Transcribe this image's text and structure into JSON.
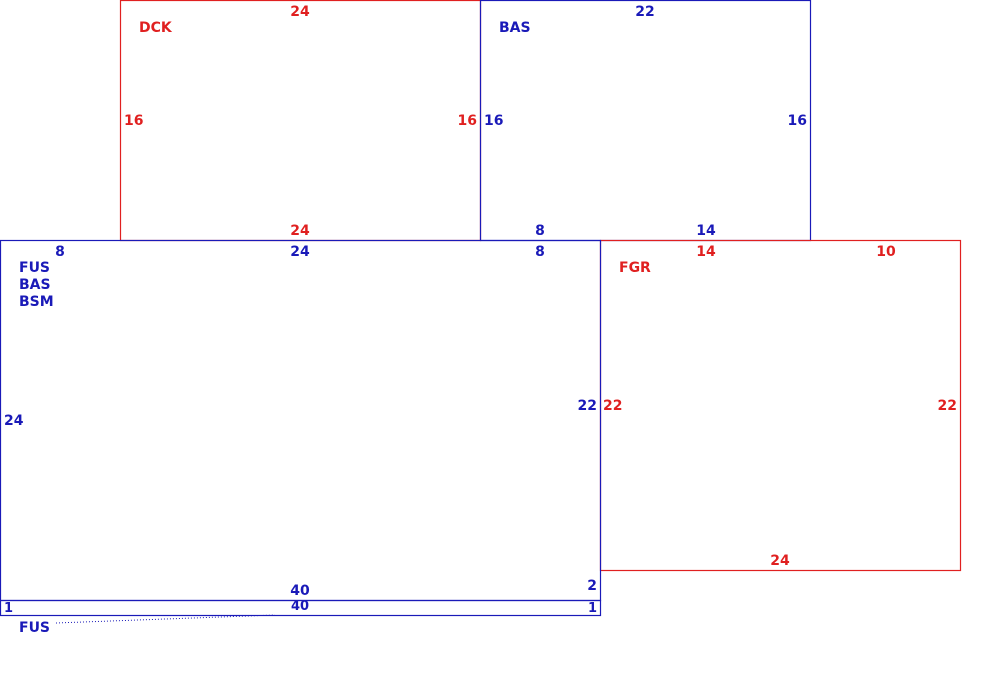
{
  "colors": {
    "red": "#e02020",
    "blue": "#1a1ab8"
  },
  "rooms": [
    {
      "id": "dck",
      "name": "DCK",
      "color": "red",
      "dims": {
        "top": "24",
        "bottom": "24",
        "left": "16",
        "right": "16"
      }
    },
    {
      "id": "bas",
      "name": "BAS",
      "color": "blue",
      "dims": {
        "top": "22",
        "left": "16",
        "right": "16",
        "bottom_left": "8",
        "bottom_right": "14"
      }
    },
    {
      "id": "fus",
      "names": [
        "FUS",
        "BAS",
        "BSM"
      ],
      "color": "blue",
      "dims": {
        "top_left": "8",
        "top": "24",
        "top_right": "8",
        "left": "24",
        "right": "22",
        "bottom": "40",
        "bottom_right": "2"
      }
    },
    {
      "id": "fgr",
      "name": "FGR",
      "color": "red",
      "dims": {
        "top_left": "14",
        "top_right": "10",
        "left": "22",
        "right": "22",
        "bottom": "24"
      }
    },
    {
      "id": "fus-strip",
      "name": "FUS",
      "color": "blue",
      "dims": {
        "top": "40",
        "left": "1",
        "right": "1"
      }
    }
  ]
}
